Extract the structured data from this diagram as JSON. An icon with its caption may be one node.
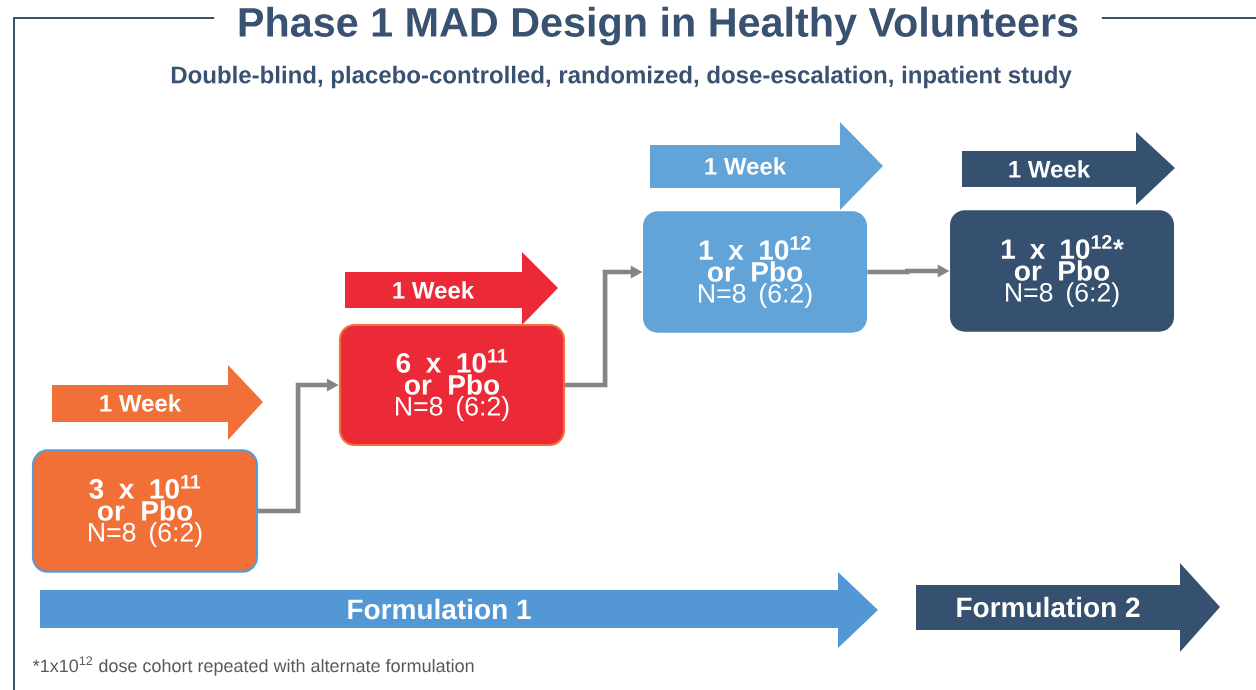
{
  "diagram": {
    "title": "Phase 1 MAD Design in Healthy Volunteers",
    "caption": "Double-blind, placebo-controlled, randomized, dose-escalation, inpatient study",
    "nodes": [
      {
        "text": [
          "1 Week"
        ]
      },
      {
        "text": [
          "3 x 10$^{11}$ or Pbo",
          "N=8 (6:2)"
        ]
      },
      {
        "text": [
          "1 Week"
        ]
      },
      {
        "text": [
          "6 x 10$^{11}$ or Pbo",
          "N=8 (6:2)"
        ]
      },
      {
        "text": [
          "1 Week"
        ]
      },
      {
        "text": [
          "1 x 10$^{12}$ or Pbo",
          "N=8 (6:2)"
        ]
      },
      {
        "text": [
          "1 Week"
        ]
      },
      {
        "text": [
          "1 x 10$^{12}$* or Pbo",
          "N=8 (6:2)"
        ]
      },
      {
        "text": [
          "Formulation 1"
        ]
      },
      {
        "text": [
          "Formulation 2"
        ]
      }
    ],
    "edges": [
      {
        "from": 1,
        "to": 3,
        "arrow": "to"
      },
      {
        "from": 3,
        "to": 5,
        "arrow": "to"
      },
      {
        "from": 5,
        "to": 7,
        "arrow": "to"
      }
    ],
    "labels": [
      "*1x10$^{12}$ dose cohort repeated with alternate formulation"
    ]
  }
}
